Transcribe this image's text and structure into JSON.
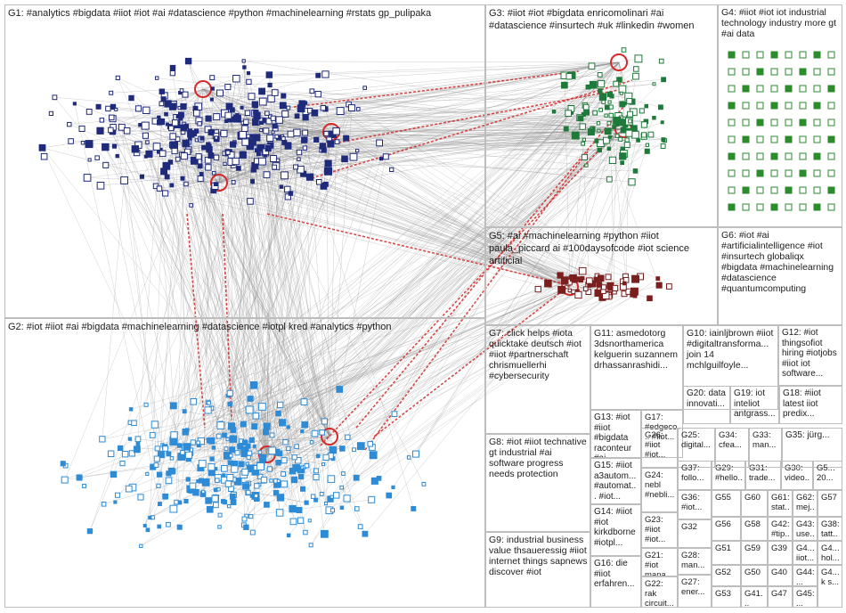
{
  "colors": {
    "g1_node": "#1f2a7a",
    "g2_node": "#2e8bd6",
    "g3_node": "#1e7a3a",
    "g4_node": "#2d8a2d",
    "g5_node": "#7a1e1e",
    "edge_gray": "#8c8c8c",
    "edge_red": "#d42a2a",
    "cell_border": "#bdbdbd"
  },
  "groups": [
    {
      "id": "G1",
      "label": "G1: #analytics #bigdata #iiot #iot #ai #datascience #python #machinelearning #rstats gp_pulipaka"
    },
    {
      "id": "G2",
      "label": "G2: #iot #iiot #ai #bigdata #machinelearning #datascience #iotpl kred #analytics #python"
    },
    {
      "id": "G3",
      "label": "G3: #iiot #iot #bigdata enricomolinari #ai #datascience #insurtech #uk #linkedin #women"
    },
    {
      "id": "G4",
      "label": "G4: #iiot #iot iot industrial technology industry more gt #ai data"
    },
    {
      "id": "G5",
      "label": "G5: #ai #machinelearning #python #iiot paula_piccard ai #100daysofcode #iot science artificial"
    },
    {
      "id": "G6",
      "label": "G6: #iot #ai #artificialintelligence #iot #insurtech globaliqx #bigdata #machinelearning #datascience #quantumcomputing"
    },
    {
      "id": "G7",
      "label": "G7: click helps #iota quicktake deutsch #iot #iiot #partnerschaft chrismuellerhi #cybersecurity"
    },
    {
      "id": "G8",
      "label": "G8: #iot #iiot technative gt industrial #ai software progress needs protection"
    },
    {
      "id": "G9",
      "label": "G9: industrial business value thsaueressig #iiot internet things sapnews discover #iot"
    },
    {
      "id": "G10",
      "label": "G10: iainljbrown #iiot #digitaltransforma... join 14 mchlguilfoyle..."
    },
    {
      "id": "G11",
      "label": "G11: asmedotorg 3dsnorthamerica kelguerin suzannem drhassanrashidi..."
    },
    {
      "id": "G12",
      "label": "G12: #iot thingsofiot hiring #iotjobs #iiot iot software..."
    },
    {
      "id": "G13",
      "label": "G13: #iot #iiot #bigdata raconteur #ai..."
    },
    {
      "id": "G14",
      "label": "G14: #iiot #iot kirkdborne #iotpl..."
    },
    {
      "id": "G15",
      "label": "G15: #iiot a3autom... #automat... #iot..."
    },
    {
      "id": "G16",
      "label": "G16: die #iiot erfahren..."
    },
    {
      "id": "G17",
      "label": "G17: #edgeco... #iiot..."
    },
    {
      "id": "G18",
      "label": "G18: #iiot latest iiot predix..."
    },
    {
      "id": "G19",
      "label": "G19: iot inteliot antgrass..."
    },
    {
      "id": "G20",
      "label": "G20: data innovati..."
    },
    {
      "id": "G21",
      "label": "G21: #iot mana..."
    },
    {
      "id": "G22",
      "label": "G22: rak circuit..."
    },
    {
      "id": "G23",
      "label": "G23: #iiot #iot..."
    },
    {
      "id": "G24",
      "label": "G24: nebl #nebli..."
    },
    {
      "id": "G25",
      "label": "G25: digital..."
    },
    {
      "id": "G26",
      "label": "G26: #iiot #iot..."
    },
    {
      "id": "G27",
      "label": "G27: ener..."
    },
    {
      "id": "G28",
      "label": "G28: man..."
    },
    {
      "id": "G29",
      "label": "G29: #hello..."
    },
    {
      "id": "G30",
      "label": "G30: video..."
    },
    {
      "id": "G31",
      "label": "G31: trade..."
    },
    {
      "id": "G32",
      "label": "G32"
    },
    {
      "id": "G33",
      "label": "G33: man..."
    },
    {
      "id": "G34",
      "label": "G34: cfea..."
    },
    {
      "id": "G35",
      "label": "G35: jürg..."
    },
    {
      "id": "G36",
      "label": "G36: #iot..."
    },
    {
      "id": "G37",
      "label": "G37: follo..."
    },
    {
      "id": "G38",
      "label": "G38: tatt..."
    },
    {
      "id": "G39",
      "label": "G39"
    },
    {
      "id": "G40",
      "label": "G40"
    },
    {
      "id": "G41",
      "label": "G41..."
    },
    {
      "id": "G42",
      "label": "G42: #tip..."
    },
    {
      "id": "G43",
      "label": "G43: use..."
    },
    {
      "id": "G44",
      "label": "G44:..."
    },
    {
      "id": "G45",
      "label": "G45:..."
    },
    {
      "id": "G46",
      "label": "G4... iiot..."
    },
    {
      "id": "G47",
      "label": "G47"
    },
    {
      "id": "G48",
      "label": "G4... hol..."
    },
    {
      "id": "G49",
      "label": "G4... k s..."
    },
    {
      "id": "G50",
      "label": "G50"
    },
    {
      "id": "G51",
      "label": "G51"
    },
    {
      "id": "G52",
      "label": "G52"
    },
    {
      "id": "G53",
      "label": "G53"
    },
    {
      "id": "G54",
      "label": "G5... 20..."
    },
    {
      "id": "G55",
      "label": "G55"
    },
    {
      "id": "G56",
      "label": "G56"
    },
    {
      "id": "G57",
      "label": "G57"
    },
    {
      "id": "G58",
      "label": "G58"
    },
    {
      "id": "G59",
      "label": "G59"
    },
    {
      "id": "G60",
      "label": "G60"
    },
    {
      "id": "G61",
      "label": "G61: stat..."
    },
    {
      "id": "G62",
      "label": "G62: mej..."
    }
  ]
}
